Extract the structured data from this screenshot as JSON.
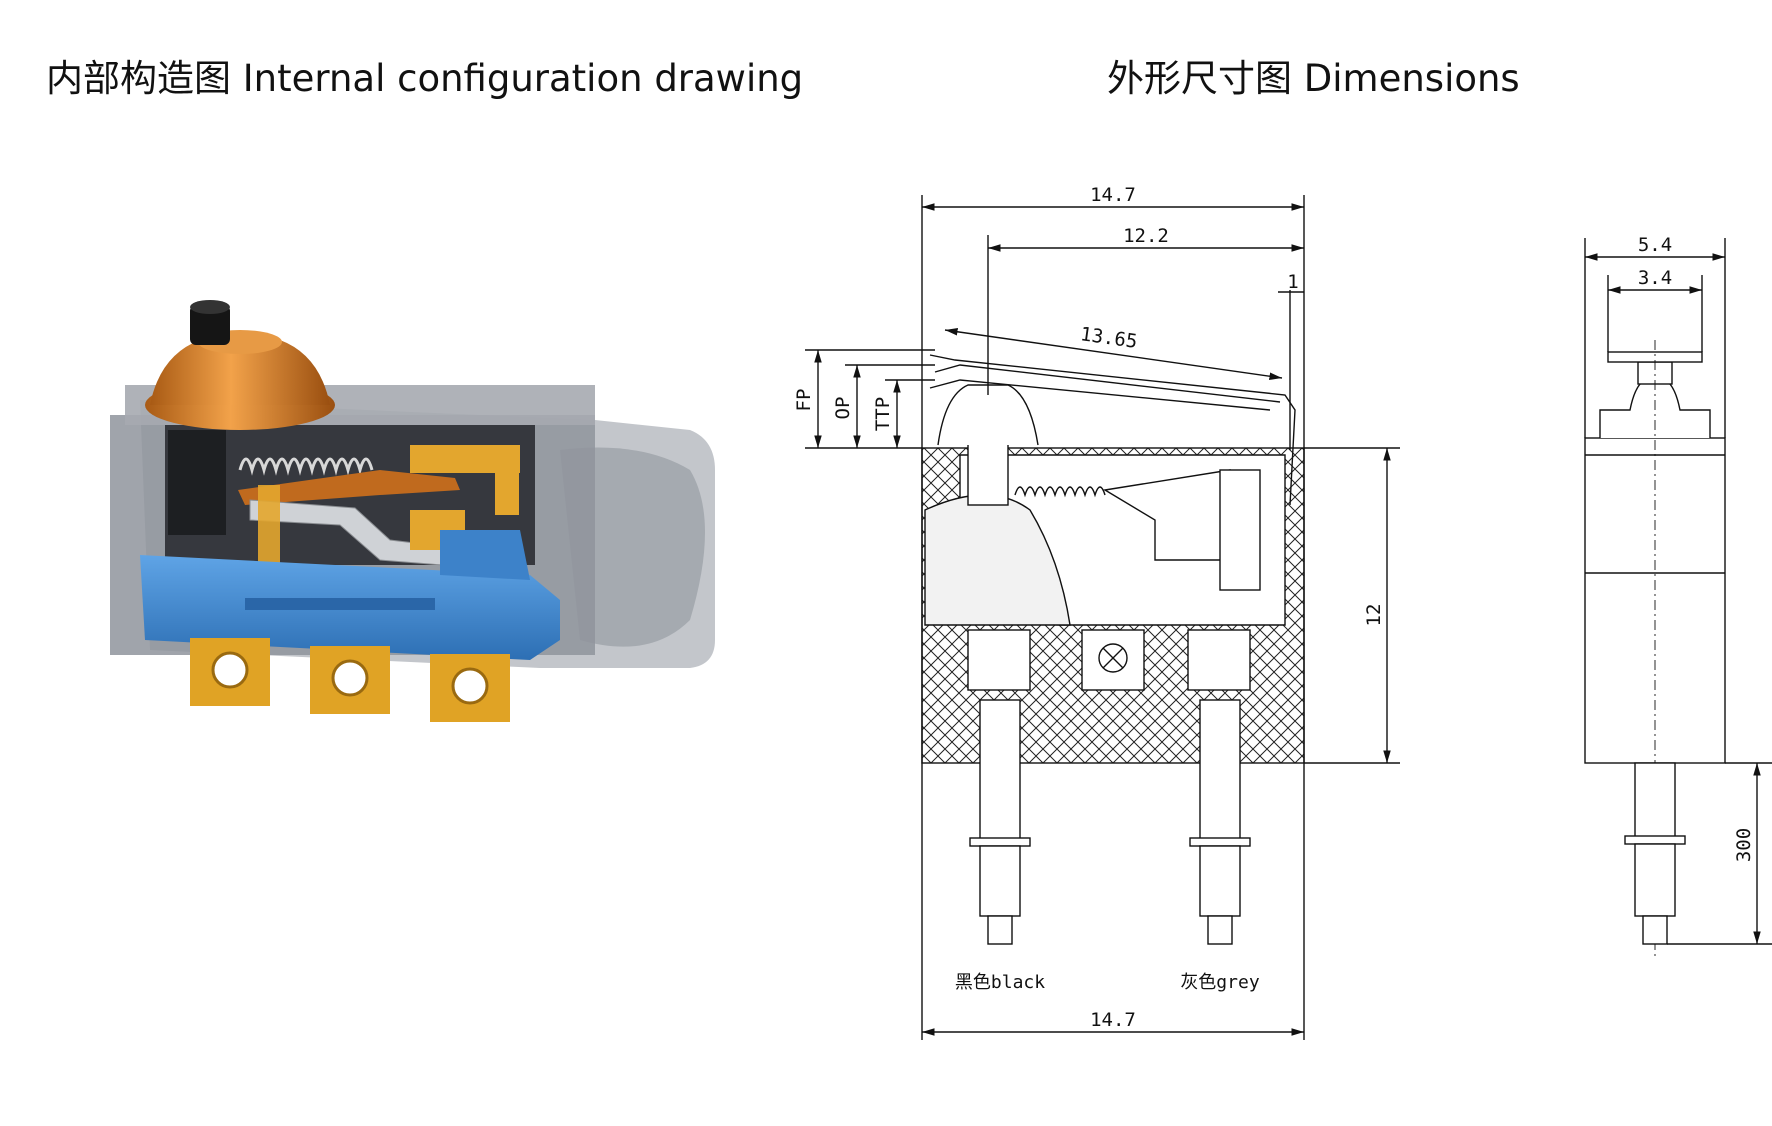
{
  "titles": {
    "left": "内部构造图 Internal configuration drawing",
    "right": "外形尺寸图 Dimensions"
  },
  "dimensions": {
    "top_width": "14.7",
    "inner_width": "12.2",
    "lever_length": "13.65",
    "lever_tip": "1",
    "fp": "FP",
    "op": "OP",
    "ttp": "TTP",
    "height": "12",
    "bottom_width": "14.7",
    "side_width": "5.4",
    "side_inner_width": "3.4",
    "lead_length": "300"
  },
  "wires": {
    "left": "黑色black",
    "right": "灰色grey"
  },
  "colors": {
    "housing": "#8f949c",
    "base": "#3f86cf",
    "terminal": "#e0a325",
    "cap": "#d27a22",
    "spring": "#c8c8c8"
  }
}
